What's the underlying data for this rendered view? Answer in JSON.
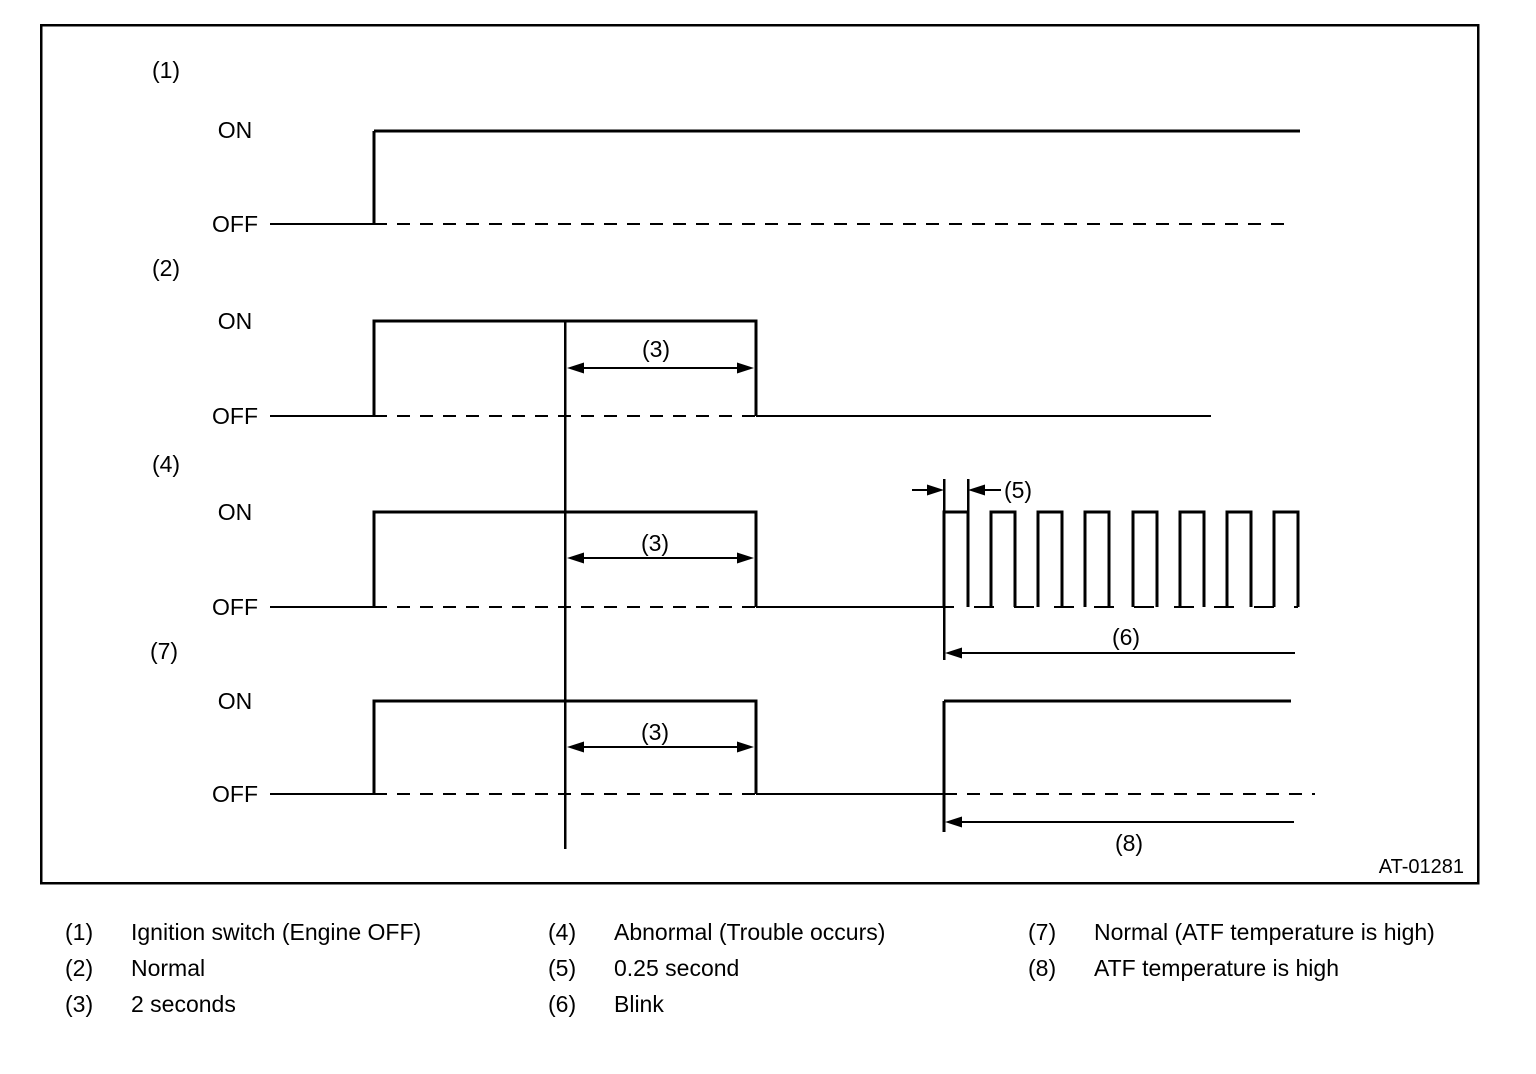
{
  "diagram": {
    "figure_code": "AT-01281",
    "annotations": {
      "a3": "(3)",
      "a5": "(5)",
      "a6": "(6)",
      "a8": "(8)"
    },
    "waveforms": [
      {
        "id": "(1)",
        "on": "ON",
        "off": "OFF"
      },
      {
        "id": "(2)",
        "on": "ON",
        "off": "OFF"
      },
      {
        "id": "(4)",
        "on": "ON",
        "off": "OFF"
      },
      {
        "id": "(7)",
        "on": "ON",
        "off": "OFF"
      }
    ]
  },
  "legend": {
    "items": [
      {
        "num": "(1)",
        "label": "Ignition switch (Engine OFF)"
      },
      {
        "num": "(2)",
        "label": "Normal"
      },
      {
        "num": "(3)",
        "label": "2 seconds"
      },
      {
        "num": "(4)",
        "label": "Abnormal (Trouble occurs)"
      },
      {
        "num": "(5)",
        "label": "0.25 second"
      },
      {
        "num": "(6)",
        "label": "Blink"
      },
      {
        "num": "(7)",
        "label": "Normal (ATF temperature is high)"
      },
      {
        "num": "(8)",
        "label": "ATF temperature is high"
      }
    ]
  }
}
